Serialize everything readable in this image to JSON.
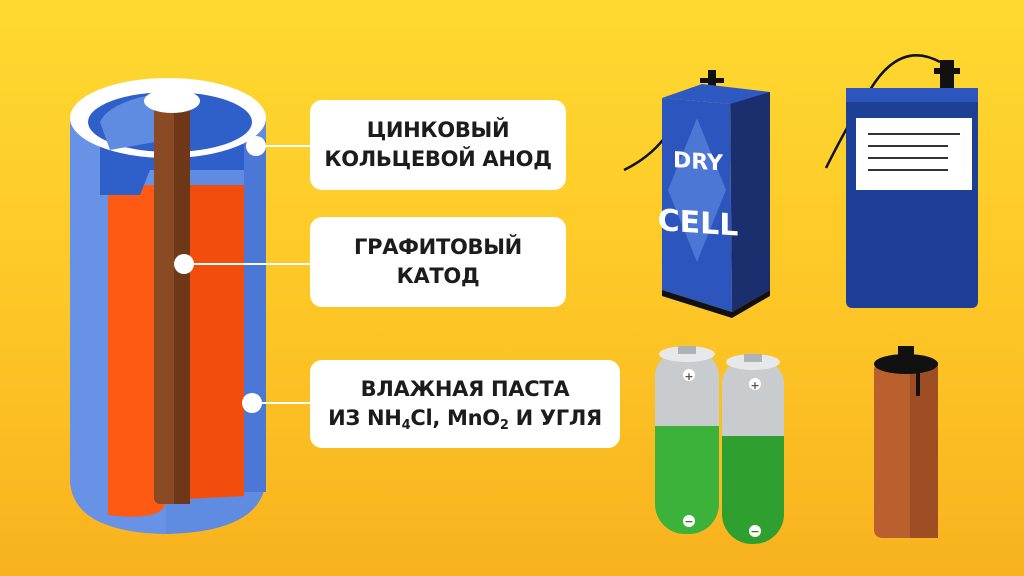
{
  "labels": {
    "anode": {
      "line1": "ЦИНКОВЫЙ",
      "line2": "КОЛЬЦЕВОЙ АНОД"
    },
    "cathode": {
      "line1": "ГРАФИТОВЫЙ",
      "line2": "КАТОД"
    },
    "paste": {
      "line1": "ВЛАЖНАЯ ПАСТА",
      "line2_prefix": "ИЗ NH",
      "line2_sub1": "4",
      "line2_mid": "Cl, MnO",
      "line2_sub2": "2",
      "line2_suffix": " И УГЛЯ"
    }
  },
  "battery_box_text": {
    "top": "DRY",
    "bottom": "CELL"
  },
  "cell_terminals": {
    "positive": "+",
    "negative": "−"
  },
  "colors": {
    "background_top": "#ffd930",
    "background_bottom": "#f8b21f",
    "zinc_blue": "#5f8be0",
    "paste_orange": "#ff5a14",
    "graphite_brown": "#8a4a23",
    "battery_navy": "#1d3f96",
    "cell_green": "#3cb23a",
    "cell_silver": "#c9cccf",
    "copper_cell": "#b9602e"
  }
}
